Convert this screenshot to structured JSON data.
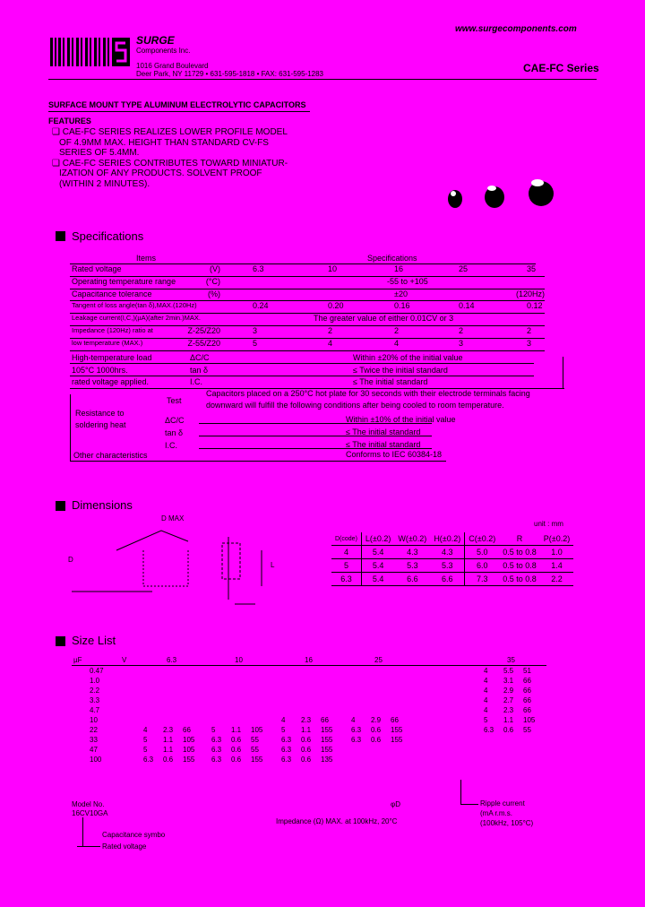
{
  "header": {
    "url": "www.surgecomponents.com",
    "company": "SURGE",
    "company_sub": "Components Inc.",
    "address": "1016 Grand Boulevard",
    "address2": "Deer Park, NY 11729 • 631-595-1818 • FAX: 631-595-1283",
    "series": "CAE-FC Series"
  },
  "title": "SURFACE MOUNT TYPE ALUMINUM ELECTROLYTIC CAPACITORS",
  "features": {
    "heading": "FEATURES",
    "lines": [
      "❑ CAE-FC SERIES REALIZES LOWER PROFILE MODEL",
      "OF 4.9MM MAX. HEIGHT THAN STANDARD CV-FS",
      "SERIES OF 5.4MM.",
      "❑ CAE-FC SERIES CONTRIBUTES TOWARD MINIATUR-",
      "IZATION OF ANY PRODUCTS. SOLVENT PROOF",
      "(WITHIN 2 MINUTES)."
    ]
  },
  "sections": {
    "specifications": "Specifications",
    "dimensions": "Dimensions",
    "size_list": "Size List"
  },
  "spec": {
    "items_header": "Items",
    "spec_header": "Specifications",
    "rows": [
      {
        "label": "Rated voltage",
        "unit": "(V)",
        "vals": [
          "6.3",
          "10",
          "16",
          "25",
          "35"
        ]
      },
      {
        "label": "Operating temperature range",
        "unit": "(°C)",
        "vals": [
          "-55 to +105"
        ]
      },
      {
        "label": "Capacitance tolerance",
        "unit": "(%)",
        "vals": [
          "±20",
          "(120Hz)"
        ]
      },
      {
        "label": "Tangent of loss angle(tan δ),MAX.(120Hz)",
        "unit": "",
        "vals": [
          "0.24",
          "0.20",
          "0.16",
          "0.14",
          "0.12"
        ]
      },
      {
        "label": "Leakage current(I,C,)(µA)(after 2min.)MAX.",
        "unit": "",
        "vals": [
          "The greater value of either 0.01CV or 3"
        ]
      },
      {
        "label": "Impedance (120Hz) ratio at",
        "unit": "Z-25/Z20",
        "vals": [
          "3",
          "2",
          "2",
          "2",
          "2"
        ]
      },
      {
        "label": "low temperature (MAX.)",
        "unit": "Z-55/Z20",
        "vals": [
          "5",
          "4",
          "4",
          "3",
          "3"
        ]
      }
    ],
    "high_temp": {
      "lines": [
        "High-temperature load",
        "105°C 1000hrs.",
        "rated voltage applied."
      ],
      "params": [
        "ΔC/C",
        "tan δ",
        "I.C."
      ],
      "vals": [
        "Within ±20% of the initial value",
        "≤ Twice the initial standard",
        "≤ The initial standard"
      ]
    },
    "solder": {
      "test": "Test",
      "label1": "Resistance to",
      "label2": "soldering heat",
      "desc1": "Capacitors placed on a 250°C hot plate for 30 seconds with their electrode terminals facing",
      "desc2": "downward will fulfill the following conditions after being cooled to room temperature.",
      "params": [
        "ΔC/C",
        "tan δ",
        "I.C."
      ],
      "vals": [
        "Within ±10% of the initial value",
        "≤ The initial standard",
        "≤ The initial standard"
      ]
    },
    "other": {
      "label": "Other characteristics",
      "val": "Conforms to IEC 60384-18"
    }
  },
  "dimensions": {
    "unit": "unit : mm",
    "label_d": "D",
    "label_l": "L",
    "label_dmax": "D MAX",
    "headers": [
      "D(code)",
      "L(±0.2)",
      "W(±0.2)",
      "H(±0.2)",
      "C(±0.2)",
      "R",
      "P(±0.2)"
    ],
    "rows": [
      [
        "4",
        "5.4",
        "4.3",
        "4.3",
        "5.0",
        "0.5 to 0.8",
        "1.0"
      ],
      [
        "5",
        "5.4",
        "5.3",
        "5.3",
        "6.0",
        "0.5 to 0.8",
        "1.4"
      ],
      [
        "6.3",
        "5.4",
        "6.6",
        "6.6",
        "7.3",
        "0.5 to 0.8",
        "2.2"
      ]
    ]
  },
  "size_list": {
    "col_head": "µF",
    "v_head": "V",
    "voltages": [
      "6.3",
      "10",
      "16",
      "25",
      "35"
    ],
    "caps": [
      "0.47",
      "1.0",
      "2.2",
      "3.3",
      "4.7",
      "10",
      "22",
      "33",
      "47",
      "100"
    ],
    "cells": {
      "0.47": {
        "35": [
          "4",
          "5.5",
          "51"
        ]
      },
      "1.0": {
        "35": [
          "4",
          "3.1",
          "66"
        ]
      },
      "2.2": {
        "35": [
          "4",
          "2.9",
          "66"
        ]
      },
      "3.3": {
        "35": [
          "4",
          "2.7",
          "66"
        ]
      },
      "4.7": {
        "35": [
          "4",
          "2.3",
          "66"
        ]
      },
      "10": {
        "16": [
          "4",
          "2.3",
          "66"
        ],
        "25": [
          "4",
          "2.9",
          "66"
        ],
        "35": [
          "5",
          "1.1",
          "105"
        ]
      },
      "22": {
        "6.3": [
          "4",
          "2.3",
          "66"
        ],
        "10": [
          "5",
          "1.1",
          "105"
        ],
        "16": [
          "5",
          "1.1",
          "155"
        ],
        "25": [
          "6.3",
          "0.6",
          "155"
        ],
        "35": [
          "6.3",
          "0.6",
          "55"
        ]
      },
      "33": {
        "6.3": [
          "5",
          "1.1",
          "105"
        ],
        "10": [
          "6.3",
          "0.6",
          "55"
        ],
        "16": [
          "6.3",
          "0.6",
          "155"
        ],
        "25": [
          "6.3",
          "0.6",
          "155"
        ]
      },
      "47": {
        "6.3": [
          "5",
          "1.1",
          "105"
        ],
        "10": [
          "6.3",
          "0.6",
          "55"
        ],
        "16": [
          "6.3",
          "0.6",
          "155"
        ]
      },
      "100": {
        "6.3": [
          "6.3",
          "0.6",
          "155"
        ],
        "10": [
          "6.3",
          "0.6",
          "155"
        ],
        "16": [
          "6.3",
          "0.6",
          "135"
        ]
      }
    },
    "legend": {
      "model_no": "Model No.",
      "model_code": "16CV10GA",
      "cap_symbol": "Capacitance symbo",
      "rated_voltage": "Rated voltage",
      "phi_d": "φD",
      "impedance": "Impedance (Ω) MAX. at 100kHz, 20°C",
      "ripple1": "Ripple current",
      "ripple2": "(mA r.m.s.",
      "ripple3": "(100kHz, 105°C)"
    }
  }
}
